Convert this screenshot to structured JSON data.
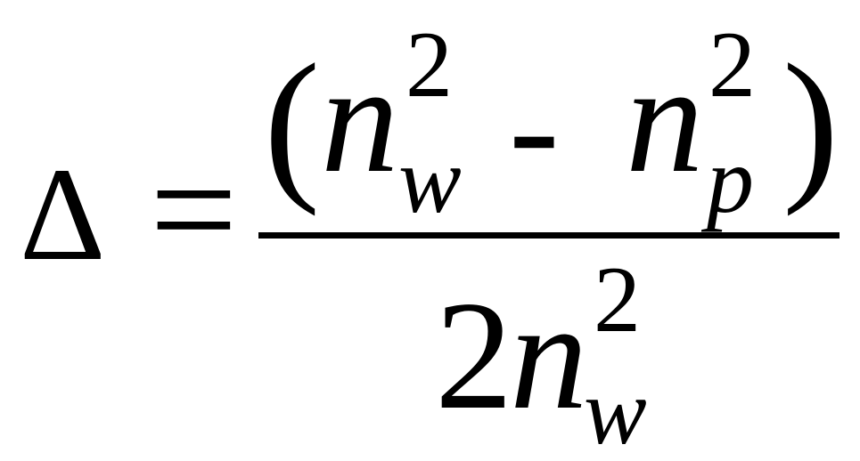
{
  "formula": {
    "lhs_symbol": "Δ",
    "equals": "=",
    "numerator": {
      "open_paren": "(",
      "term1_base": "n",
      "term1_sup": "2",
      "term1_sub": "w",
      "operator": "-",
      "term2_base": "n",
      "term2_sup": "2",
      "term2_sub": "p",
      "close_paren": ")"
    },
    "denominator": {
      "coefficient": "2",
      "base": "n",
      "sup": "2",
      "sub": "w"
    }
  }
}
